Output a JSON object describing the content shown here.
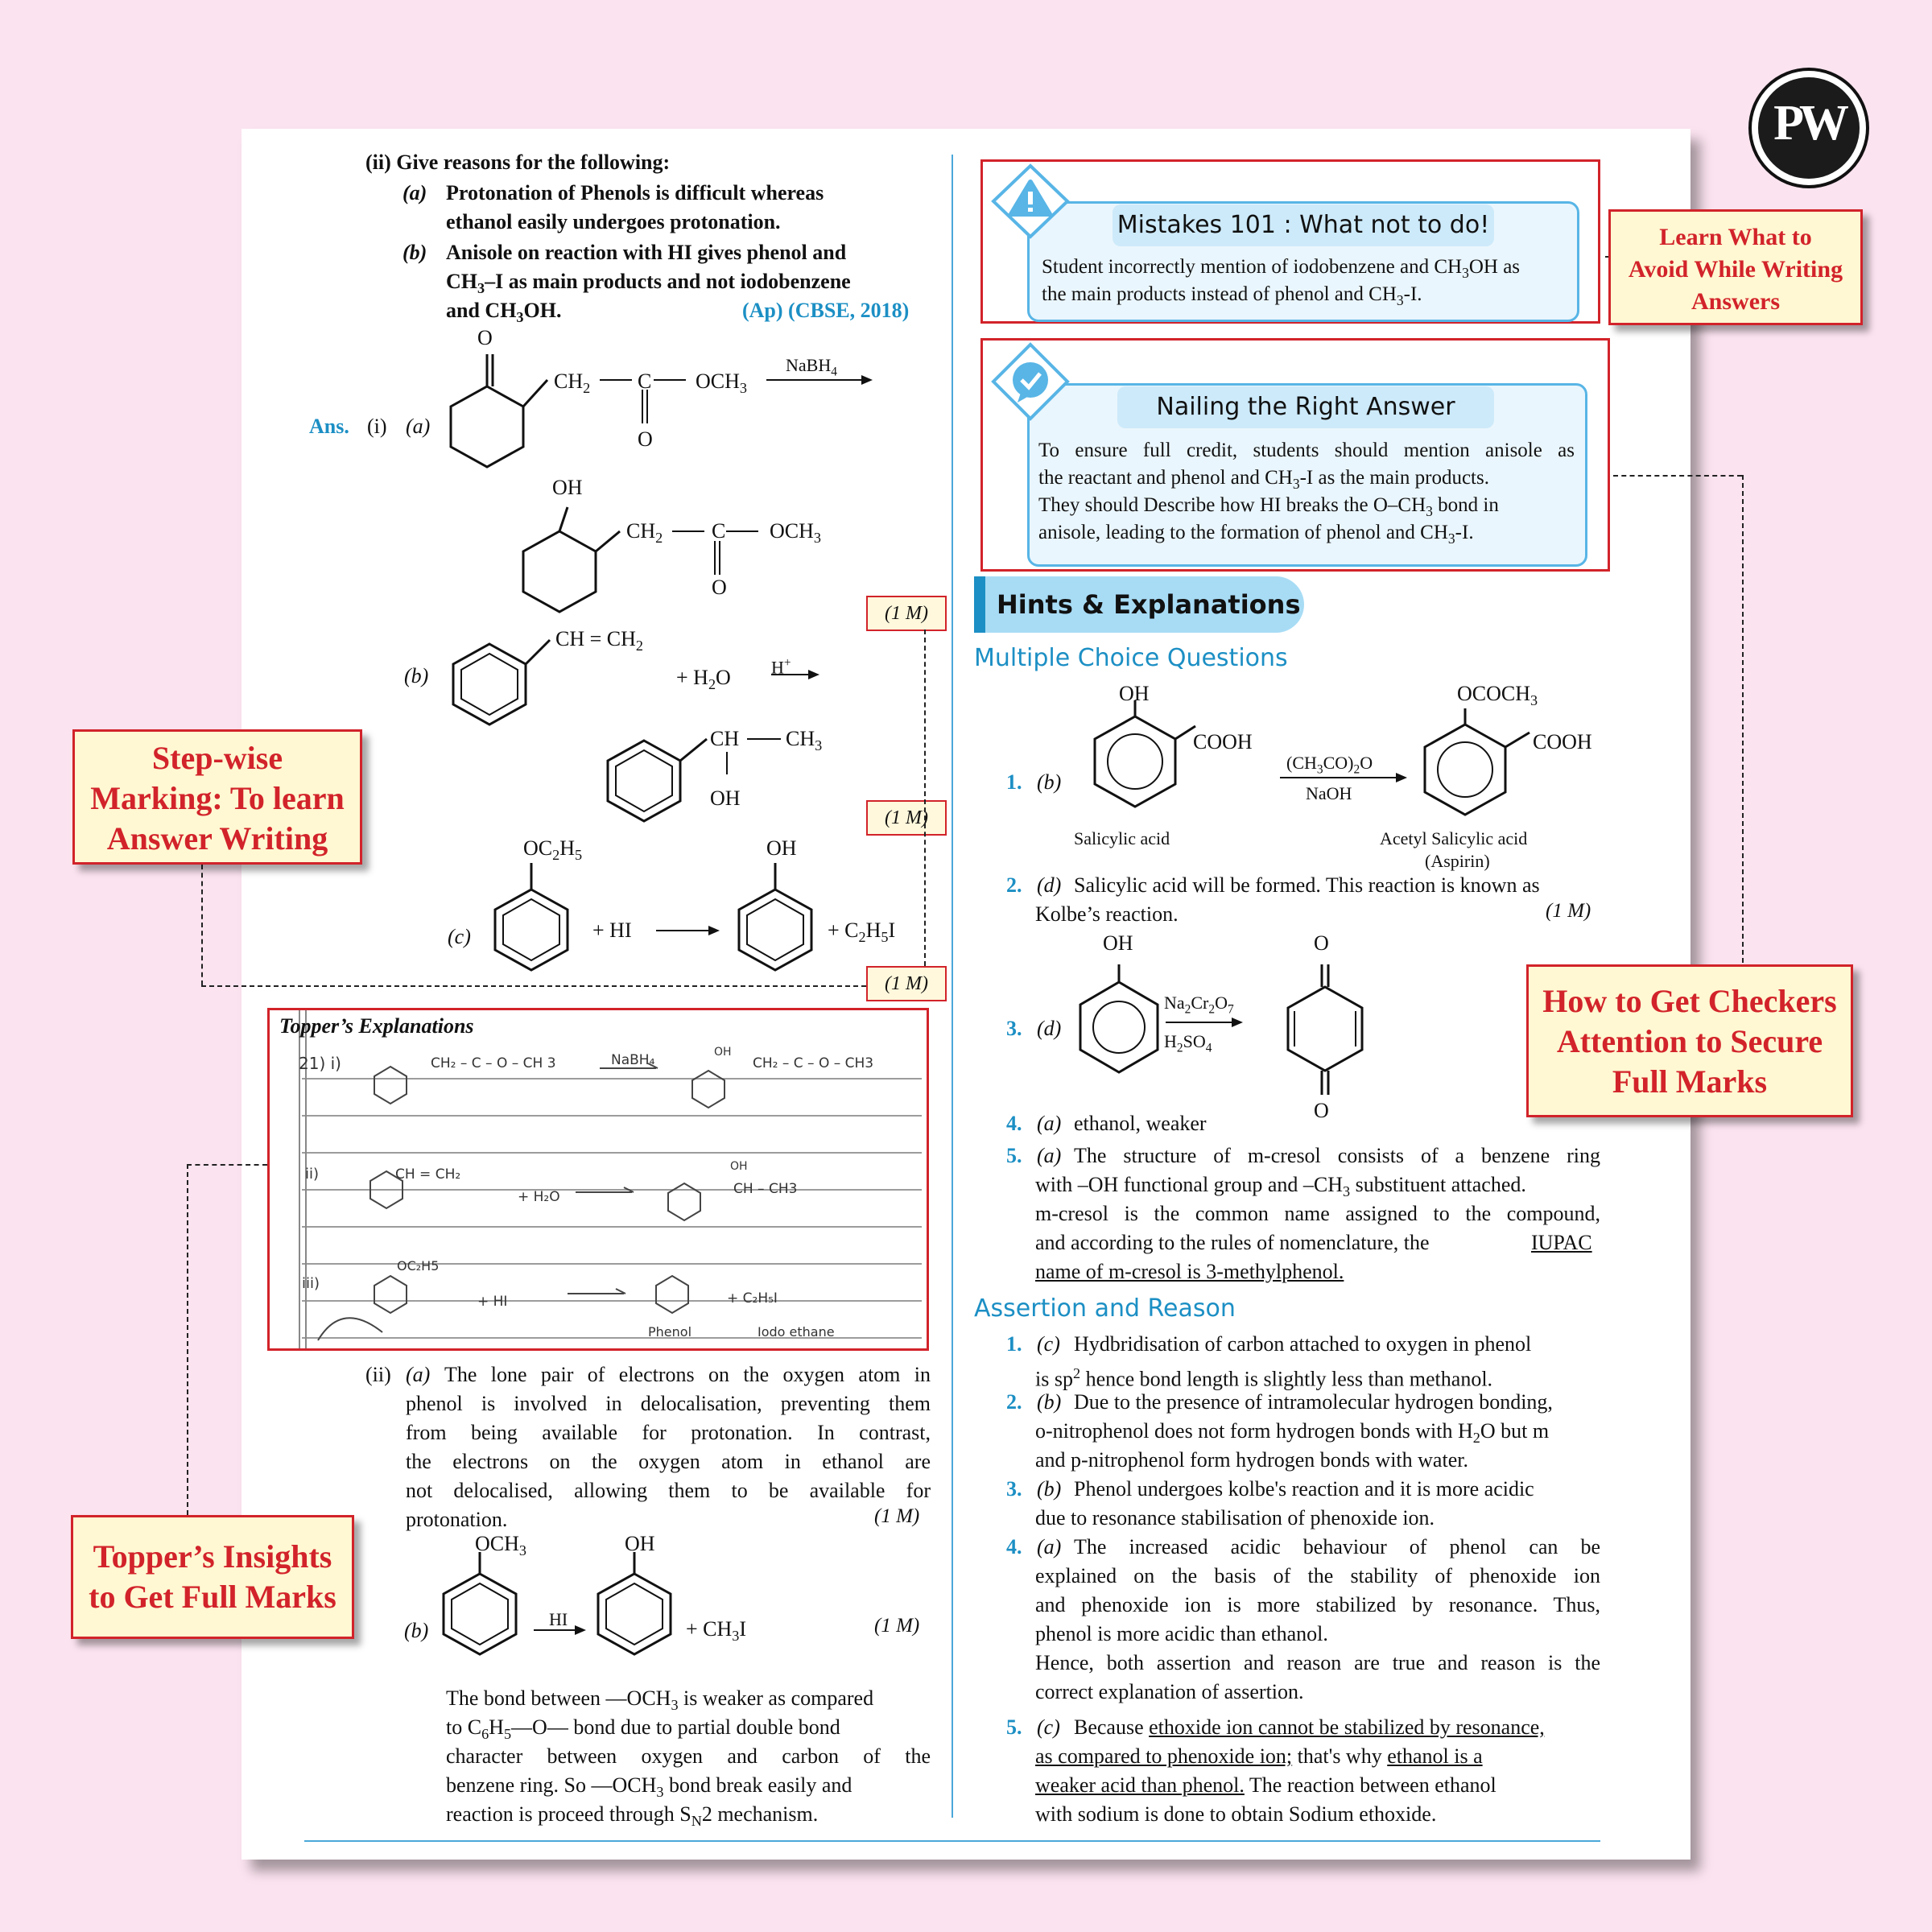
{
  "logo": {
    "text": "PW"
  },
  "left_col": {
    "q_header": "(ii)  Give reasons for the following:",
    "q_a_label": "(a)",
    "q_a_line1": "Protonation of Phenols is difficult whereas",
    "q_a_line2": "ethanol easily undergoes protonation.",
    "q_b_label": "(b)",
    "q_b_line1": "Anisole on reaction with HI gives phenol and",
    "q_b_line2": "–I as main products and not iodobenzene",
    "q_b_line3": "and CH",
    "q_b_line3_tail": "OH.",
    "q_tag": "(Ap) (CBSE, 2018)",
    "ans_label": "Ans.",
    "ans_i": "(i)",
    "ans_a": "(a)",
    "ans_b": "(b)",
    "ans_c": "(c)",
    "chem_labels": {
      "o_top": "O",
      "ch2": "CH",
      "c": "C",
      "och3": "OCH",
      "o_bottom": "O",
      "nabh4": "NaBH",
      "oh": "OH",
      "ch_eq": "CH = CH",
      "h2o": "+ H",
      "h2o_o": "O",
      "hplus": "H",
      "ch_ch3": "CH",
      "ch3": "CH",
      "oc2h5": "OC",
      "hi": "+ HI",
      "c2h5i": "+ C",
      "plus_i": "I"
    },
    "marks": [
      "(1 M)",
      "(1 M)",
      "(1 M)"
    ],
    "topper_title": "Topper’s Explanations",
    "handwriting": [
      "21)  i)",
      "CH₂ – C – O – CH 3",
      "NaBH₄",
      "CH₂ – C – O – CH3",
      "ii)",
      "CH = CH₂",
      "+ H₂O",
      "CH – CH3",
      "iii)",
      "OC₂H5",
      "+ HI",
      "+ C₂H₅I",
      "Phenol",
      "Iodo ethane",
      "OH",
      "OH"
    ],
    "ii_label": "(ii)",
    "ii_a_label": "(a)",
    "ii_a_lines": [
      "The lone pair of electrons on the oxygen atom in",
      "phenol is involved in delocalisation, preventing them",
      "from being available for protonation. In contrast,",
      "the electrons on the oxygen atom in ethanol are",
      "not delocalised, allowing them to be available for",
      "protonation."
    ],
    "ii_a_mark": "(1 M)",
    "ii_b_label": "(b)",
    "ii_b_chem": {
      "och3": "OCH",
      "oh": "OH",
      "hi": "HI",
      "ch3i": "+ CH",
      "i": "I"
    },
    "ii_b_mark": "(1 M)",
    "ii_b_lines": [
      "The bond between —OCH",
      " is weaker as compared",
      "to C",
      "H",
      "—O— bond due to partial double bond",
      "character between oxygen and carbon of the",
      "benzene ring. So —OCH",
      " bond break easily and",
      "reaction is proceed through S",
      "2 mechanism."
    ]
  },
  "right_col": {
    "mistakes_title": "Mistakes 101 : What not to do!",
    "mistakes_line1": "Student incorrectly mention of iodobenzene and CH",
    "mistakes_line1_tail": "OH as",
    "mistakes_line2": "the main products instead of phenol and CH",
    "mistakes_line2_tail": "-I.",
    "nailing_title": "Nailing the Right Answer",
    "nailing_lines": [
      "To ensure full credit, students should mention anisole as",
      "the reactant and phenol and CH",
      "-I as the main products.",
      "They should Describe how HI breaks the O–CH",
      " bond in",
      "anisole, leading to the formation of phenol and CH",
      "-I."
    ],
    "hints_title": "Hints & Explanations",
    "mcq_title": "Multiple Choice Questions",
    "mcq": [
      {
        "num": "1.",
        "ans": "(b)"
      },
      {
        "num": "2.",
        "ans": "(d)",
        "text": "Salicylic acid will be formed. This reaction is known as",
        "text2": "Kolbe’s reaction.",
        "mark": "(1 M)"
      },
      {
        "num": "3.",
        "ans": "(d)"
      },
      {
        "num": "4.",
        "ans": "(a)",
        "text": "ethanol, weaker"
      },
      {
        "num": "5.",
        "ans": "(a)"
      }
    ],
    "mcq1_chem": {
      "oh": "OH",
      "cooh": "COOH",
      "reagent": "(CH",
      "reagent_tail": "CO)",
      "reagent_o": "O",
      "naoh": "NaOH",
      "ococh3": "OCOCH",
      "cooh2": "COOH",
      "salicylic": "Salicylic acid",
      "acetyl": "Acetyl Salicylic acid",
      "aspirin": "(Aspirin)"
    },
    "mcq3_chem": {
      "oh": "OH",
      "na2cr2o7": "Na",
      "h2so4": "H",
      "o_top": "O",
      "o_bottom": "O"
    },
    "mcq5_lines": [
      "The structure of m-cresol consists of a benzene ring",
      "with –OH  functional group and –CH",
      " substituent attached.",
      "m-cresol is the common name assigned to the compound,",
      "and according to the rules of nomenclature, the ",
      "IUPAC",
      "name of m-cresol is 3-methylphenol."
    ],
    "ar_title": "Assertion and Reason",
    "ar": [
      {
        "num": "1.",
        "ans": "(c)",
        "l1": "Hydbridisation of carbon attached to oxygen in phenol",
        "l2": "is sp",
        "l2b": "2",
        "l2c": " hence bond length is slightly less than methanol."
      },
      {
        "num": "2.",
        "ans": "(b)",
        "l1": "Due to the presence of intramolecular hydrogen bonding,",
        "l2": "o-nitrophenol does not form hydrogen bonds with H",
        "l2c": "O but m",
        "l3": "and p-nitrophenol form hydrogen bonds with water."
      },
      {
        "num": "3.",
        "ans": "(b)",
        "l1": "Phenol undergoes kolbe's reaction and it is more acidic",
        "l2": "due to resonance stabilisation of phenoxide ion."
      },
      {
        "num": "4.",
        "ans": "(a)",
        "l1": "The increased acidic behaviour of phenol can be",
        "l2": "explained on the basis of the stability of phenoxide ion",
        "l3": "and phenoxide ion is more stabilized by resonance. Thus,",
        "l4": "phenol is more acidic than ethanol.",
        "l5": "Hence, both assertion and reason are true and reason is the",
        "l6": "correct explanation of assertion."
      },
      {
        "num": "5.",
        "ans": "(c)",
        "l1a": "Because ",
        "l1b": "ethoxide ion cannot be stabilized by resonance,",
        "l2a": "as compared to phenoxide ion;",
        "l2b": " that's why ",
        "l2c": "ethanol is a",
        "l3a": "weaker acid than phenol.",
        "l3b": " The reaction between ethanol",
        "l4": "with sodium is done to obtain Sodium ethoxide."
      }
    ]
  },
  "callouts": {
    "learn": [
      "Learn What to",
      "Avoid While Writing",
      "Answers"
    ],
    "stepwise": [
      "Step-wise",
      "Marking: To learn",
      "Answer Writing"
    ],
    "checkers": [
      "How to Get Checkers",
      "Attention to Secure",
      "Full Marks"
    ],
    "topper": [
      "Topper’s Insights",
      "to Get Full Marks"
    ]
  },
  "colors": {
    "background": "#fbe3ef",
    "accent_blue": "#1c8fc4",
    "callout_red": "#d2232a",
    "callout_bg": "#fff8d2"
  }
}
